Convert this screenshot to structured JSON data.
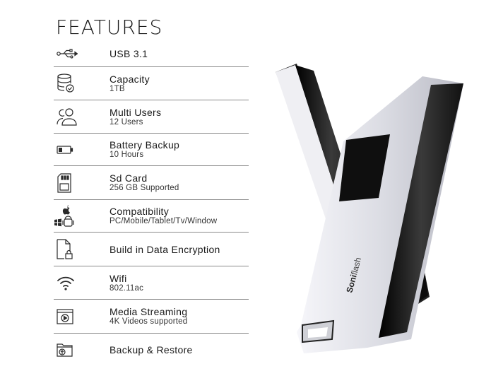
{
  "title": "FEATURES",
  "features": [
    {
      "icon": "usb-icon",
      "label": "USB 3.1",
      "sub": ""
    },
    {
      "icon": "database-icon",
      "label": "Capacity",
      "sub": "1TB"
    },
    {
      "icon": "users-icon",
      "label": "Multi Users",
      "sub": "12 Users"
    },
    {
      "icon": "battery-icon",
      "label": "Battery Backup",
      "sub": "10 Hours"
    },
    {
      "icon": "sd-card-icon",
      "label": "Sd Card",
      "sub": "256 GB Supported"
    },
    {
      "icon": "platforms-icon",
      "label": "Compatibility",
      "sub": "PC/Mobile/Tablet/Tv/Window"
    },
    {
      "icon": "locked-file-icon",
      "label": "Build in Data Encryption",
      "sub": ""
    },
    {
      "icon": "wifi-icon",
      "label": "Wifi",
      "sub": "802.11ac"
    },
    {
      "icon": "media-icon",
      "label": "Media Streaming",
      "sub": "4K Videos supported"
    },
    {
      "icon": "backup-folder-icon",
      "label": "Backup & Restore",
      "sub": ""
    }
  ],
  "product": {
    "brand_bold": "Soni",
    "brand_light": "flash",
    "body_color": "#e8e9ee",
    "cap_color": "#111111"
  }
}
